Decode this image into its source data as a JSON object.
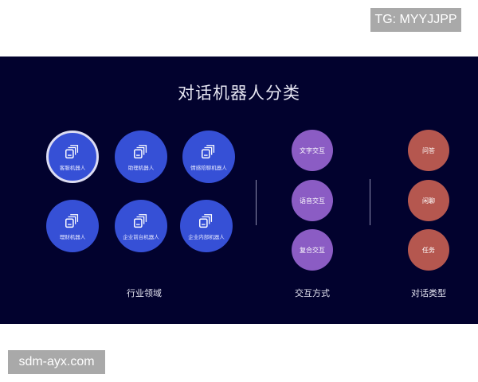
{
  "watermarks": {
    "top_right": "TG: MYYJJPP",
    "bottom_left": "sdm-ayx.com"
  },
  "diagram": {
    "title": "对话机器人分类",
    "colors": {
      "background": "#02022e",
      "industry_circle": "#3650d6",
      "interaction_circle": "#8b5cc4",
      "dialog_circle": "#b5574f"
    },
    "industry": {
      "label": "行业领域",
      "icon": "stacked-cards-icon",
      "items": [
        {
          "label": "客服机器人",
          "selected": true
        },
        {
          "label": "助理机器人",
          "selected": false
        },
        {
          "label": "情感陪聊机器人",
          "selected": false
        },
        {
          "label": "理财机器人",
          "selected": false
        },
        {
          "label": "企业前台机器人",
          "selected": false
        },
        {
          "label": "企业内部机器人",
          "selected": false
        }
      ]
    },
    "interaction": {
      "label": "交互方式",
      "items": [
        {
          "label": "文字交互"
        },
        {
          "label": "语音交互"
        },
        {
          "label": "复合交互"
        }
      ]
    },
    "dialog_type": {
      "label": "对话类型",
      "items": [
        {
          "label": "问答"
        },
        {
          "label": "闲聊"
        },
        {
          "label": "任务"
        }
      ]
    }
  }
}
